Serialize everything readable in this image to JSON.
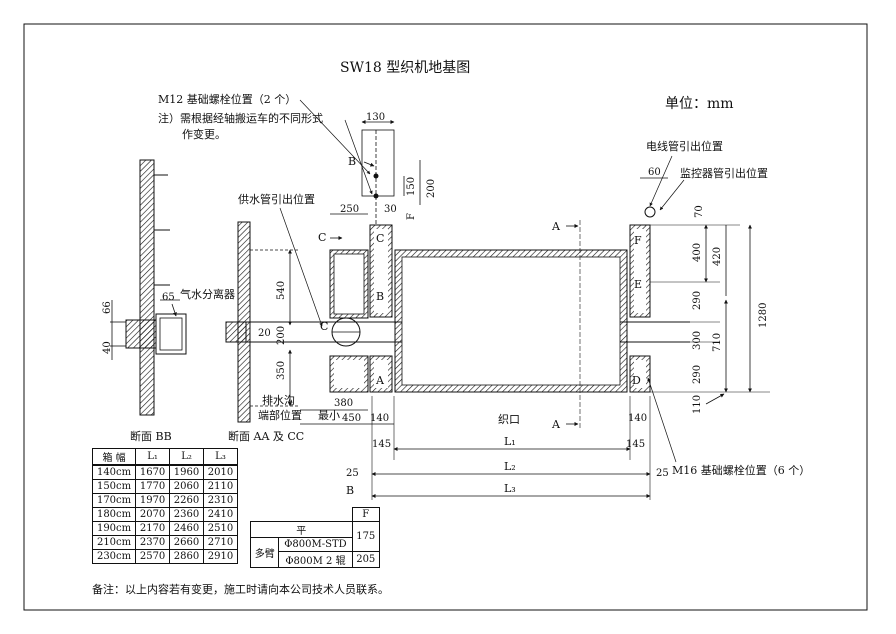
{
  "title": "SW18 型织机地基图",
  "unit_label": "单位：mm",
  "notes": {
    "m12_line1": "M12 基础螺栓位置（2 个）",
    "m12_line2": "注）需根据经轴搬运车的不同形式",
    "m12_line3": "作变更。",
    "water_supply": "供水管引出位置",
    "wire_pipe": "电线管引出位置",
    "monitor_pipe": "监控器管引出位置",
    "drain_line1": "排水沟",
    "drain_line2": "端部位置",
    "min": "最小",
    "loom_mouth": "织口",
    "m16": "M16 基础螺栓位置（6 个）",
    "separator": "气水分离器",
    "section_bb": "断面 BB",
    "section_aa": "断面 AA 及 CC",
    "footer": "备注：以上内容若有变更，施工时请向本公司技术人员联系。"
  },
  "dims": {
    "d130": "130",
    "d150": "150",
    "d200": "200",
    "d250": "250",
    "d30": "30",
    "f": "F",
    "d540": "540",
    "d20": "20",
    "d200b": "200",
    "d350": "350",
    "d380": "380",
    "d450": "450",
    "d140a": "140",
    "d145a": "145",
    "d140b": "140",
    "d145b": "145",
    "d60": "60",
    "d70": "70",
    "d400": "400",
    "d420": "420",
    "d290a": "290",
    "d300": "300",
    "d710": "710",
    "d290b": "290",
    "d110": "110",
    "d1280": "1280",
    "d65": "65",
    "d66": "66",
    "d40": "40",
    "d25a": "25",
    "d25b": "25",
    "l1": "L₁",
    "l2": "L₂",
    "l3": "L₃"
  },
  "section_letters": {
    "a": "A",
    "b": "B",
    "c": "C",
    "d": "D",
    "e": "E",
    "f": "F"
  },
  "spec_table": {
    "headers": [
      "箱 幅",
      "L₁",
      "L₂",
      "L₃"
    ],
    "rows": [
      [
        "140cm",
        "1670",
        "1960",
        "2010"
      ],
      [
        "150cm",
        "1770",
        "2060",
        "2110"
      ],
      [
        "170cm",
        "1970",
        "2260",
        "2310"
      ],
      [
        "180cm",
        "2070",
        "2360",
        "2410"
      ],
      [
        "190cm",
        "2170",
        "2460",
        "2510"
      ],
      [
        "210cm",
        "2370",
        "2660",
        "2710"
      ],
      [
        "230cm",
        "2570",
        "2860",
        "2910"
      ]
    ]
  },
  "f_table": {
    "header_f": "F",
    "flat": "平",
    "multi": "多臂",
    "opt1": "Φ800M-STD",
    "opt2": "Φ800M 2 辊",
    "v175": "175",
    "v205": "205"
  }
}
